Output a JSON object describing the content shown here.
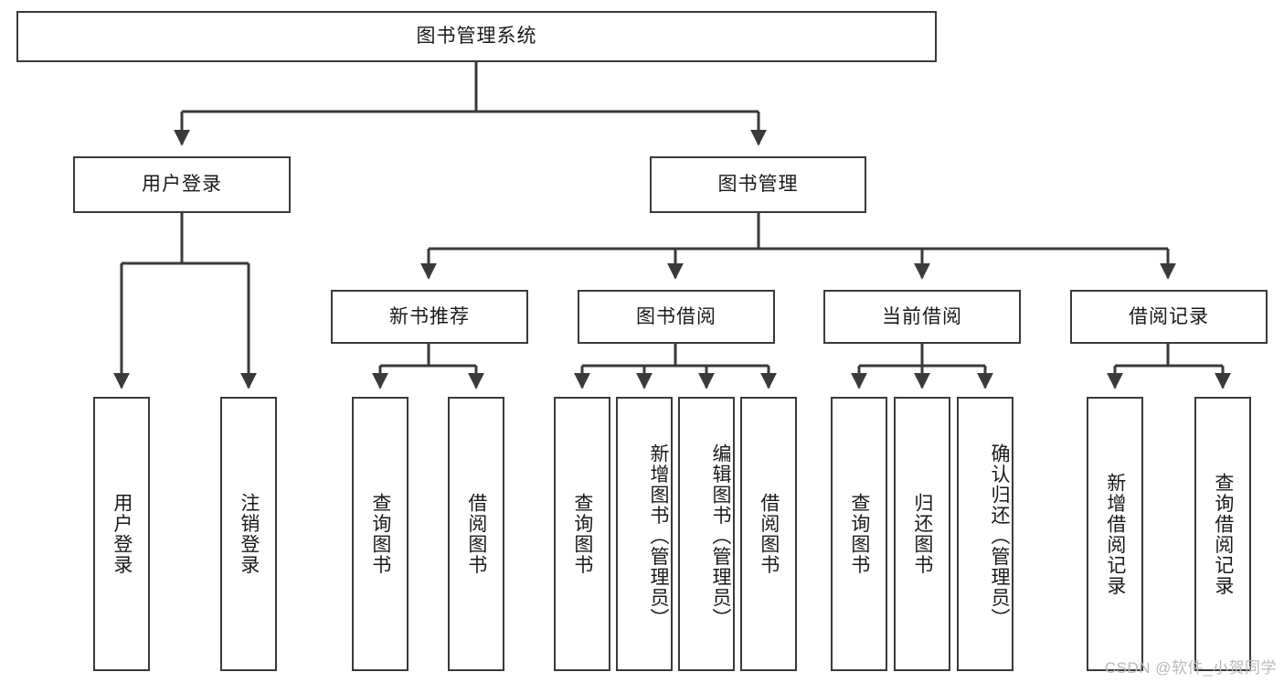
{
  "diagram": {
    "title": "图书管理系统",
    "type": "hierarchy-tree",
    "watermark": "CSDN @软件_小贺同学",
    "accent_border": "#3a3a3a",
    "background": "#ffffff",
    "text_color": "#1a1a1a",
    "watermark_color": "#b9b9b9"
  },
  "nodes": {
    "root": {
      "label": "图书管理系统",
      "level": 1,
      "orientation": "horizontal"
    },
    "level2": [
      {
        "id": "user-login",
        "label": "用户登录",
        "orientation": "horizontal"
      },
      {
        "id": "book-management",
        "label": "图书管理",
        "orientation": "horizontal"
      }
    ],
    "level3": [
      {
        "id": "new-book-recommend",
        "label": "新书推荐",
        "orientation": "horizontal",
        "parent": "book-management"
      },
      {
        "id": "book-borrow",
        "label": "图书借阅",
        "orientation": "horizontal",
        "parent": "book-management"
      },
      {
        "id": "current-borrow",
        "label": "当前借阅",
        "orientation": "horizontal",
        "parent": "book-management"
      },
      {
        "id": "borrow-record",
        "label": "借阅记录",
        "orientation": "horizontal",
        "parent": "book-management"
      }
    ],
    "leaves": [
      {
        "id": "leaf-user-login",
        "label": "用户登录",
        "parent": "user-login",
        "orientation": "vertical"
      },
      {
        "id": "leaf-logout-login",
        "label": "注销登录",
        "parent": "user-login",
        "orientation": "vertical"
      },
      {
        "id": "leaf-query-book-1",
        "label": "查询图书",
        "parent": "new-book-recommend",
        "orientation": "vertical"
      },
      {
        "id": "leaf-borrow-book-1",
        "label": "借阅图书",
        "parent": "new-book-recommend",
        "orientation": "vertical"
      },
      {
        "id": "leaf-query-book-2",
        "label": "查询图书",
        "parent": "book-borrow",
        "orientation": "vertical"
      },
      {
        "id": "leaf-add-book",
        "label": "新增图书（管理员）",
        "parent": "book-borrow",
        "orientation": "vertical"
      },
      {
        "id": "leaf-edit-book",
        "label": "编辑图书（管理员）",
        "parent": "book-borrow",
        "orientation": "vertical"
      },
      {
        "id": "leaf-borrow-book-2",
        "label": "借阅图书",
        "parent": "book-borrow",
        "orientation": "vertical"
      },
      {
        "id": "leaf-query-book-3",
        "label": "查询图书",
        "parent": "current-borrow",
        "orientation": "vertical"
      },
      {
        "id": "leaf-return-book",
        "label": "归还图书",
        "parent": "current-borrow",
        "orientation": "vertical"
      },
      {
        "id": "leaf-confirm-return",
        "label": "确认归还（管理员）",
        "parent": "current-borrow",
        "orientation": "vertical"
      },
      {
        "id": "leaf-add-borrow-record",
        "label": "新增借阅记录",
        "parent": "borrow-record",
        "orientation": "vertical"
      },
      {
        "id": "leaf-query-borrow-record",
        "label": "查询借阅记录",
        "parent": "borrow-record",
        "orientation": "vertical"
      }
    ]
  }
}
